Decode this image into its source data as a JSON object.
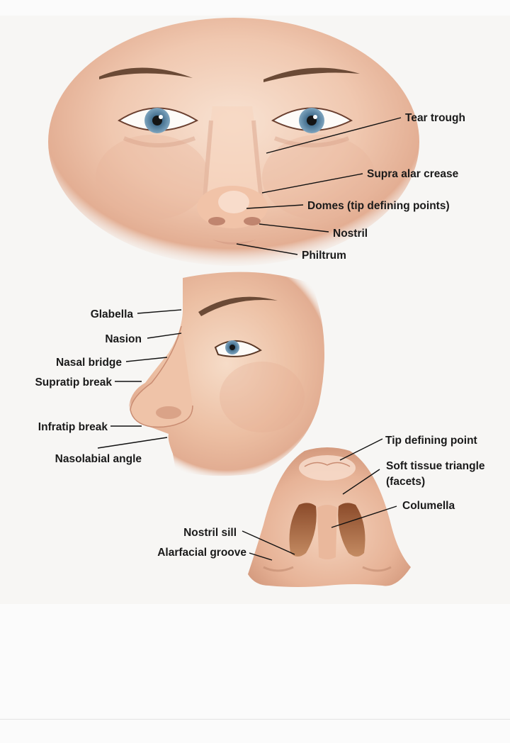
{
  "frontal_view": {
    "labels": {
      "tear_trough": "Tear trough",
      "supra_alar_crease": "Supra alar crease",
      "domes": "Domes (tip defining points)",
      "nostril": "Nostril",
      "philtrum": "Philtrum"
    }
  },
  "lateral_view": {
    "labels": {
      "glabella": "Glabella",
      "nasion": "Nasion",
      "nasal_bridge": "Nasal bridge",
      "supratip_break": "Supratip break",
      "infratip_break": "Infratip break",
      "nasolabial_angle": "Nasolabial angle"
    }
  },
  "basal_view": {
    "labels": {
      "tip_defining_point": "Tip defining point",
      "soft_tissue_triangle_line1": "Soft tissue triangle",
      "soft_tissue_triangle_line2": "(facets)",
      "columella": "Columella",
      "nostril_sill": "Nostril sill",
      "alarfacial_groove": "Alarfacial groove"
    }
  },
  "colors": {
    "skin_light": "#f6dcc8",
    "skin_mid": "#e9b89b",
    "skin_shadow": "#c98c72",
    "eyebrow": "#6b4a36",
    "iris": "#5b86a6",
    "background": "#f7f6f4"
  }
}
